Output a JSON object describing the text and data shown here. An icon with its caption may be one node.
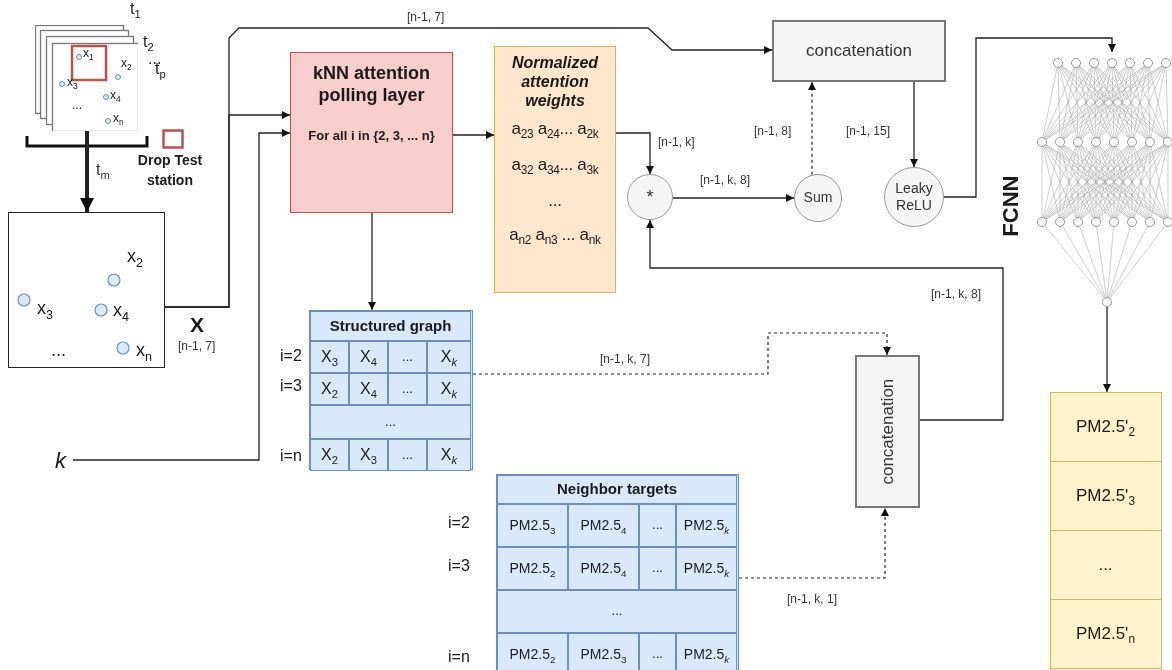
{
  "diagram": {
    "nodes": [
      {
        "text": [
          "x$_{1}$",
          "x$_{2}$",
          "x$_{3}$",
          "x$_{4}$",
          "...",
          "x$_{n}$"
        ],
        "beside": [
          "t$_{1}$",
          "t$_{2}$",
          "...",
          "t$_{p}$"
        ]
      },
      {
        "text": [
          "x$_{2}$",
          "x$_{3}$",
          "x$_{4}$",
          "...",
          "x$_{n}$"
        ],
        "beside": [
          "X",
          "[n-1, 7]"
        ]
      },
      {
        "text": [
          "kNN attention polling layer",
          "For all i in {2, 3, ... n}"
        ]
      },
      {
        "text": [
          "Normalized attention weights",
          "a$_{23}$ a$_{24}$... a$_{2k}$",
          "a$_{32}$ a$_{34}$... a$_{3k}$",
          "...",
          "a$_{n2}$ a$_{n3}$ ... a$_{nk}$"
        ]
      },
      {
        "text": [
          "*"
        ]
      },
      {
        "text": [
          "Sum"
        ]
      },
      {
        "text": [
          "concatenation"
        ]
      },
      {
        "text": [
          "Leaky ReLU"
        ]
      },
      {
        "text": [
          "FCNN"
        ]
      },
      {
        "text": [
          "Structured graph",
          "X$_{3}$",
          "X$_{4}$",
          "...",
          "X$_{k}$",
          "X$_{2}$",
          "X$_{4}$",
          "...",
          "X$_{k}$",
          "...",
          "X$_{2}$",
          "X$_{3}$",
          "...",
          "X$_{k}$"
        ],
        "beside": [
          "i=2",
          "i=3",
          "i=n"
        ]
      },
      {
        "text": [
          "k"
        ]
      },
      {
        "text": [
          "Neighbor targets",
          "PM2.5$_{3}$",
          "PM2.5$_{4}$",
          "...",
          "PM2.5$_{k}$",
          "PM2.5$_{2}$",
          "PM2.5$_{4}$",
          "...",
          "PM2.5$_{k}$",
          "...",
          "PM2.5$_{2}$",
          "PM2.5$_{3}$",
          "...",
          "PM2.5$_{k}$"
        ],
        "beside": [
          "i=2",
          "i=3",
          "i=n"
        ]
      },
      {
        "text": [
          "concatenation"
        ]
      },
      {
        "text": [
          "PM2.5'$_{2}$",
          "PM2.5'$_{3}$",
          "...",
          "PM2.5'$_{n}$"
        ]
      }
    ],
    "edges": [
      {
        "from": 0,
        "to": 1,
        "arrow": "to",
        "label": "t$_{m}$",
        "style": "thick"
      },
      {
        "from": 1,
        "to": 2,
        "arrow": "to"
      },
      {
        "from": 1,
        "to": 6,
        "arrow": "to",
        "label": "[n-1, 7]"
      },
      {
        "from": 10,
        "to": 2,
        "arrow": "to"
      },
      {
        "from": 2,
        "to": 3,
        "arrow": "to"
      },
      {
        "from": 2,
        "to": 9,
        "arrow": "to"
      },
      {
        "from": 3,
        "to": 4,
        "arrow": "to",
        "label": "[n-1, k]"
      },
      {
        "from": 4,
        "to": 5,
        "arrow": "to",
        "label": "[n-1, k, 8]"
      },
      {
        "from": 5,
        "to": 6,
        "arrow": "to",
        "label": "[n-1, 8]",
        "style": "dashed"
      },
      {
        "from": 6,
        "to": 7,
        "arrow": "to",
        "label": "[n-1, 15]"
      },
      {
        "from": 7,
        "to": 8,
        "arrow": "to"
      },
      {
        "from": 9,
        "to": 12,
        "arrow": "to",
        "label": "[n-1, k, 7]",
        "style": "dashed"
      },
      {
        "from": 11,
        "to": 12,
        "arrow": "to",
        "label": "[n-1, k, 1]",
        "style": "dashed"
      },
      {
        "from": 12,
        "to": 4,
        "arrow": "to",
        "label": "[n-1, k, 8]"
      },
      {
        "from": 8,
        "to": 13,
        "arrow": "to"
      }
    ],
    "legend": [
      {
        "text": "Drop Test station"
      }
    ]
  }
}
